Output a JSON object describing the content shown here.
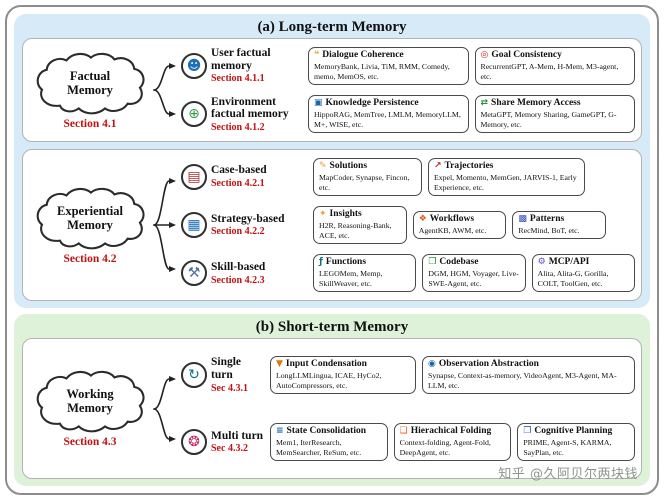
{
  "colors": {
    "long_term_bg": "#d7eaf7",
    "short_term_bg": "#def2d9",
    "section_red": "#c41212",
    "panel_border": "#b3b3b3",
    "box_border": "#4a4a4a"
  },
  "long_term": {
    "title": "(a) Long-term Memory",
    "factual": {
      "name": "Factual Memory",
      "section": "Section 4.1",
      "branches": [
        {
          "icon": {
            "glyph": "☻",
            "color": "#1f6fb5"
          },
          "label": "User factual memory",
          "section": "Section 4.1.1",
          "boxes": [
            {
              "icon": {
                "glyph": "❝",
                "color": "#e8a33d"
              },
              "title": "Dialogue Coherence",
              "items": "MemoryBank, Livia, TiM, RMM, Comedy, memo, MemOS, etc."
            },
            {
              "icon": {
                "glyph": "◎",
                "color": "#c92a2a"
              },
              "title": "Goal Consistency",
              "items": "RecurrentGPT, A-Mem, H-Mem, M3-agent, etc."
            }
          ]
        },
        {
          "icon": {
            "glyph": "⊕",
            "color": "#2f9e44"
          },
          "label": "Environment factual memory",
          "section": "Section 4.1.2",
          "boxes": [
            {
              "icon": {
                "glyph": "▣",
                "color": "#1864ab"
              },
              "title": "Knowledge Persistence",
              "items": "HippoRAG, MemTree, LMLM, MemoryLLM, M+, WISE, etc."
            },
            {
              "icon": {
                "glyph": "⇄",
                "color": "#2b8a3e"
              },
              "title": "Share Memory Access",
              "items": "MetaGPT, Memory Sharing, GameGPT, G-Memory, etc."
            }
          ]
        }
      ]
    },
    "experiential": {
      "name": "Experiential Memory",
      "section": "Section 4.2",
      "branches": [
        {
          "icon": {
            "glyph": "▤",
            "color": "#b03030"
          },
          "label": "Case-based",
          "section": "Section 4.2.1",
          "boxes": [
            {
              "icon": {
                "glyph": "✎",
                "color": "#e8a33d"
              },
              "title": "Solutions",
              "items": "MapCoder, Synapse, Fincon, etc."
            },
            {
              "icon": {
                "glyph": "↗",
                "color": "#c92a2a"
              },
              "title": "Trajectories",
              "items": "Expel, Momento, MemGen, JARVIS-1, Early Experience, etc."
            }
          ]
        },
        {
          "icon": {
            "glyph": "▦",
            "color": "#1f6fb5"
          },
          "label": "Strategy-based",
          "section": "Section 4.2.2",
          "boxes": [
            {
              "icon": {
                "glyph": "✦",
                "color": "#e8a33d"
              },
              "title": "Insights",
              "items": "H2R, Reasoning-Bank, ACE, etc."
            },
            {
              "icon": {
                "glyph": "❖",
                "color": "#e8590c"
              },
              "title": "Workflows",
              "items": "AgentKB, AWM, etc."
            },
            {
              "icon": {
                "glyph": "▩",
                "color": "#364fc7"
              },
              "title": "Patterns",
              "items": "RecMind, BoT, etc."
            }
          ]
        },
        {
          "icon": {
            "glyph": "⚒",
            "color": "#4d6d9a"
          },
          "label": "Skill-based",
          "section": "Section 4.2.3",
          "boxes": [
            {
              "icon": {
                "glyph": "ƒ",
                "color": "#0b7285"
              },
              "title": "Functions",
              "items": "LEGOMem, Memp, SkillWeaver, etc."
            },
            {
              "icon": {
                "glyph": "❒",
                "color": "#2b8a3e"
              },
              "title": "Codebase",
              "items": "DGM, HGM, Voyager, Live-SWE-Agent, etc."
            },
            {
              "icon": {
                "glyph": "⚙",
                "color": "#6741d9"
              },
              "title": "MCP/API",
              "items": "Alita, Alita-G, Gorilla, COLT, ToolGen, etc."
            }
          ]
        }
      ]
    }
  },
  "short_term": {
    "title": "(b) Short-term Memory",
    "working": {
      "name": "Working Memory",
      "section": "Section 4.3",
      "branches": [
        {
          "icon": {
            "glyph": "↻",
            "color": "#0b7285"
          },
          "label": "Single turn",
          "section": "Sec 4.3.1",
          "boxes": [
            {
              "icon": {
                "glyph": "▼",
                "color": "#e67700"
              },
              "title": "Input Condensation",
              "items": "LongLLMLingua, ICAE, HyCo2, AutoCompressors, etc."
            },
            {
              "icon": {
                "glyph": "◉",
                "color": "#1864ab"
              },
              "title": "Observation Abstraction",
              "items": "Synapse, Context-as-memory, VideoAgent, M3-Agent, MA-LLM, etc."
            }
          ]
        },
        {
          "icon": {
            "glyph": "❂",
            "color": "#c2255c"
          },
          "label": "Multi turn",
          "section": "Sec 4.3.2",
          "boxes": [
            {
              "icon": {
                "glyph": "≡",
                "color": "#1864ab"
              },
              "title": "State Consolidation",
              "items": "Mem1, IterResearch, MemSearcher, ReSum, etc."
            },
            {
              "icon": {
                "glyph": "❏",
                "color": "#e8590c"
              },
              "title": "Hierachical Folding",
              "items": "Context-folding, Agent-Fold, DeepAgent, etc."
            },
            {
              "icon": {
                "glyph": "❐",
                "color": "#364fc7"
              },
              "title": "Cognitive Planning",
              "items": "PRIME, Agent-S, KARMA, SayPlan, etc."
            }
          ]
        }
      ]
    }
  },
  "watermark": "知乎 @久阿贝尔两块钱"
}
